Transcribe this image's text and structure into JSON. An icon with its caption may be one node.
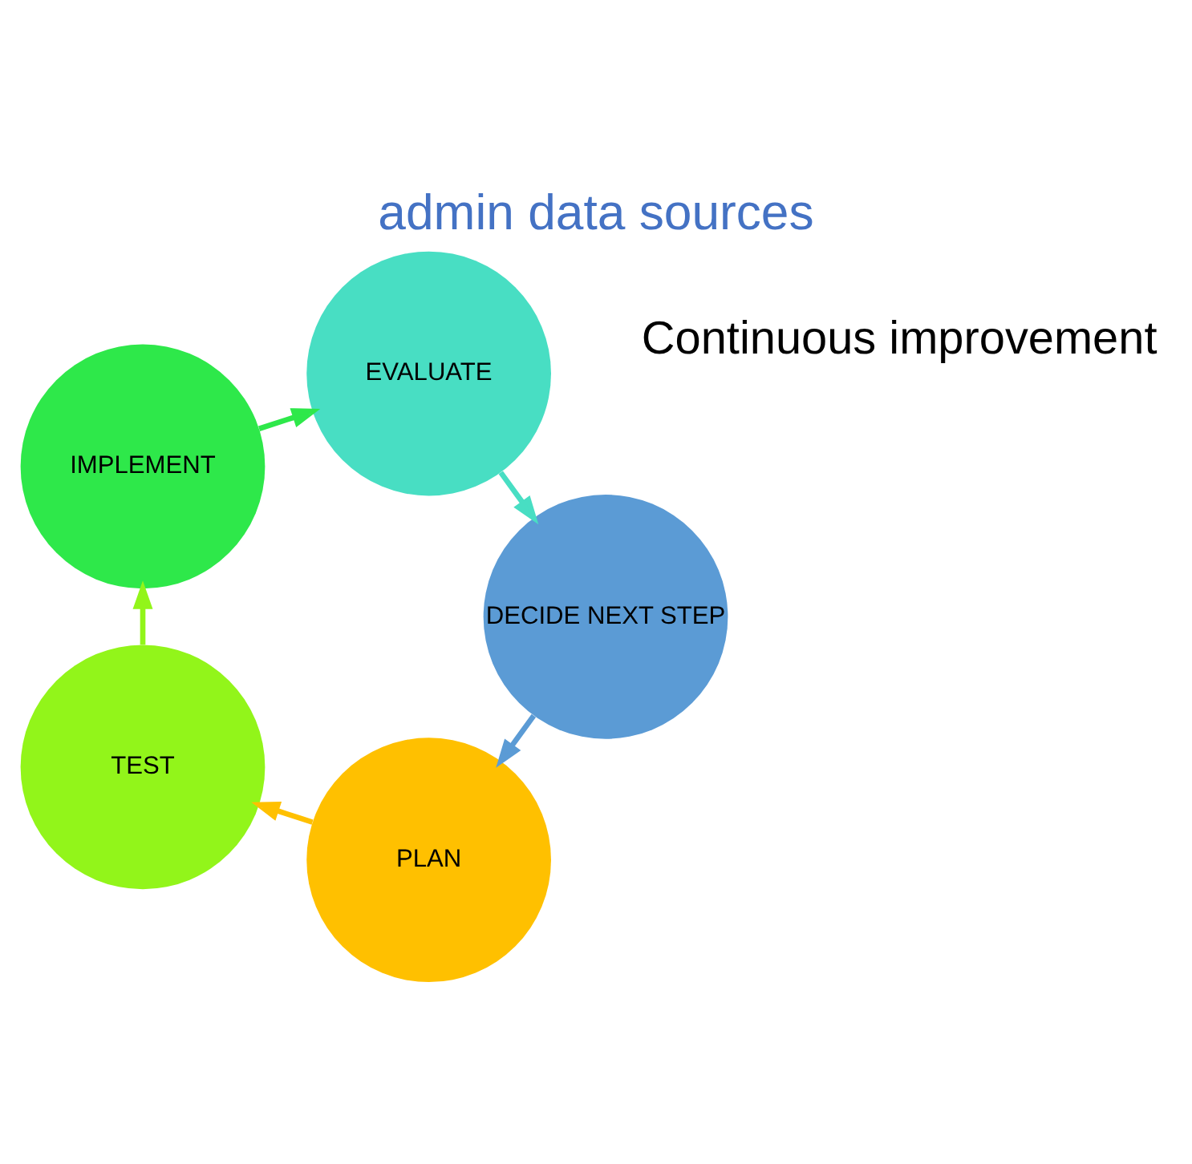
{
  "diagram": {
    "title": "admin data sources",
    "nodes": [
      {
        "text": [
          "PLAN"
        ]
      },
      {
        "text": [
          "TEST"
        ]
      },
      {
        "text": [
          "IMPLEMENT"
        ]
      },
      {
        "text": [
          "EVALUATE"
        ]
      },
      {
        "text": [
          "DECIDE NEXT STEP"
        ]
      }
    ],
    "edges": [
      {
        "from": 0,
        "to": 1,
        "arrow": "to",
        "color": "#ffc000"
      },
      {
        "from": 1,
        "to": 2,
        "arrow": "to",
        "color": "#92f51a"
      },
      {
        "from": 2,
        "to": 3,
        "arrow": "to",
        "color": "#2ee84a"
      },
      {
        "from": 3,
        "to": 4,
        "arrow": "to",
        "color": "#48dec3"
      },
      {
        "from": 4,
        "to": 0,
        "arrow": "to",
        "color": "#5b9bd5"
      }
    ],
    "labels": [
      "Continuous improvement"
    ]
  }
}
